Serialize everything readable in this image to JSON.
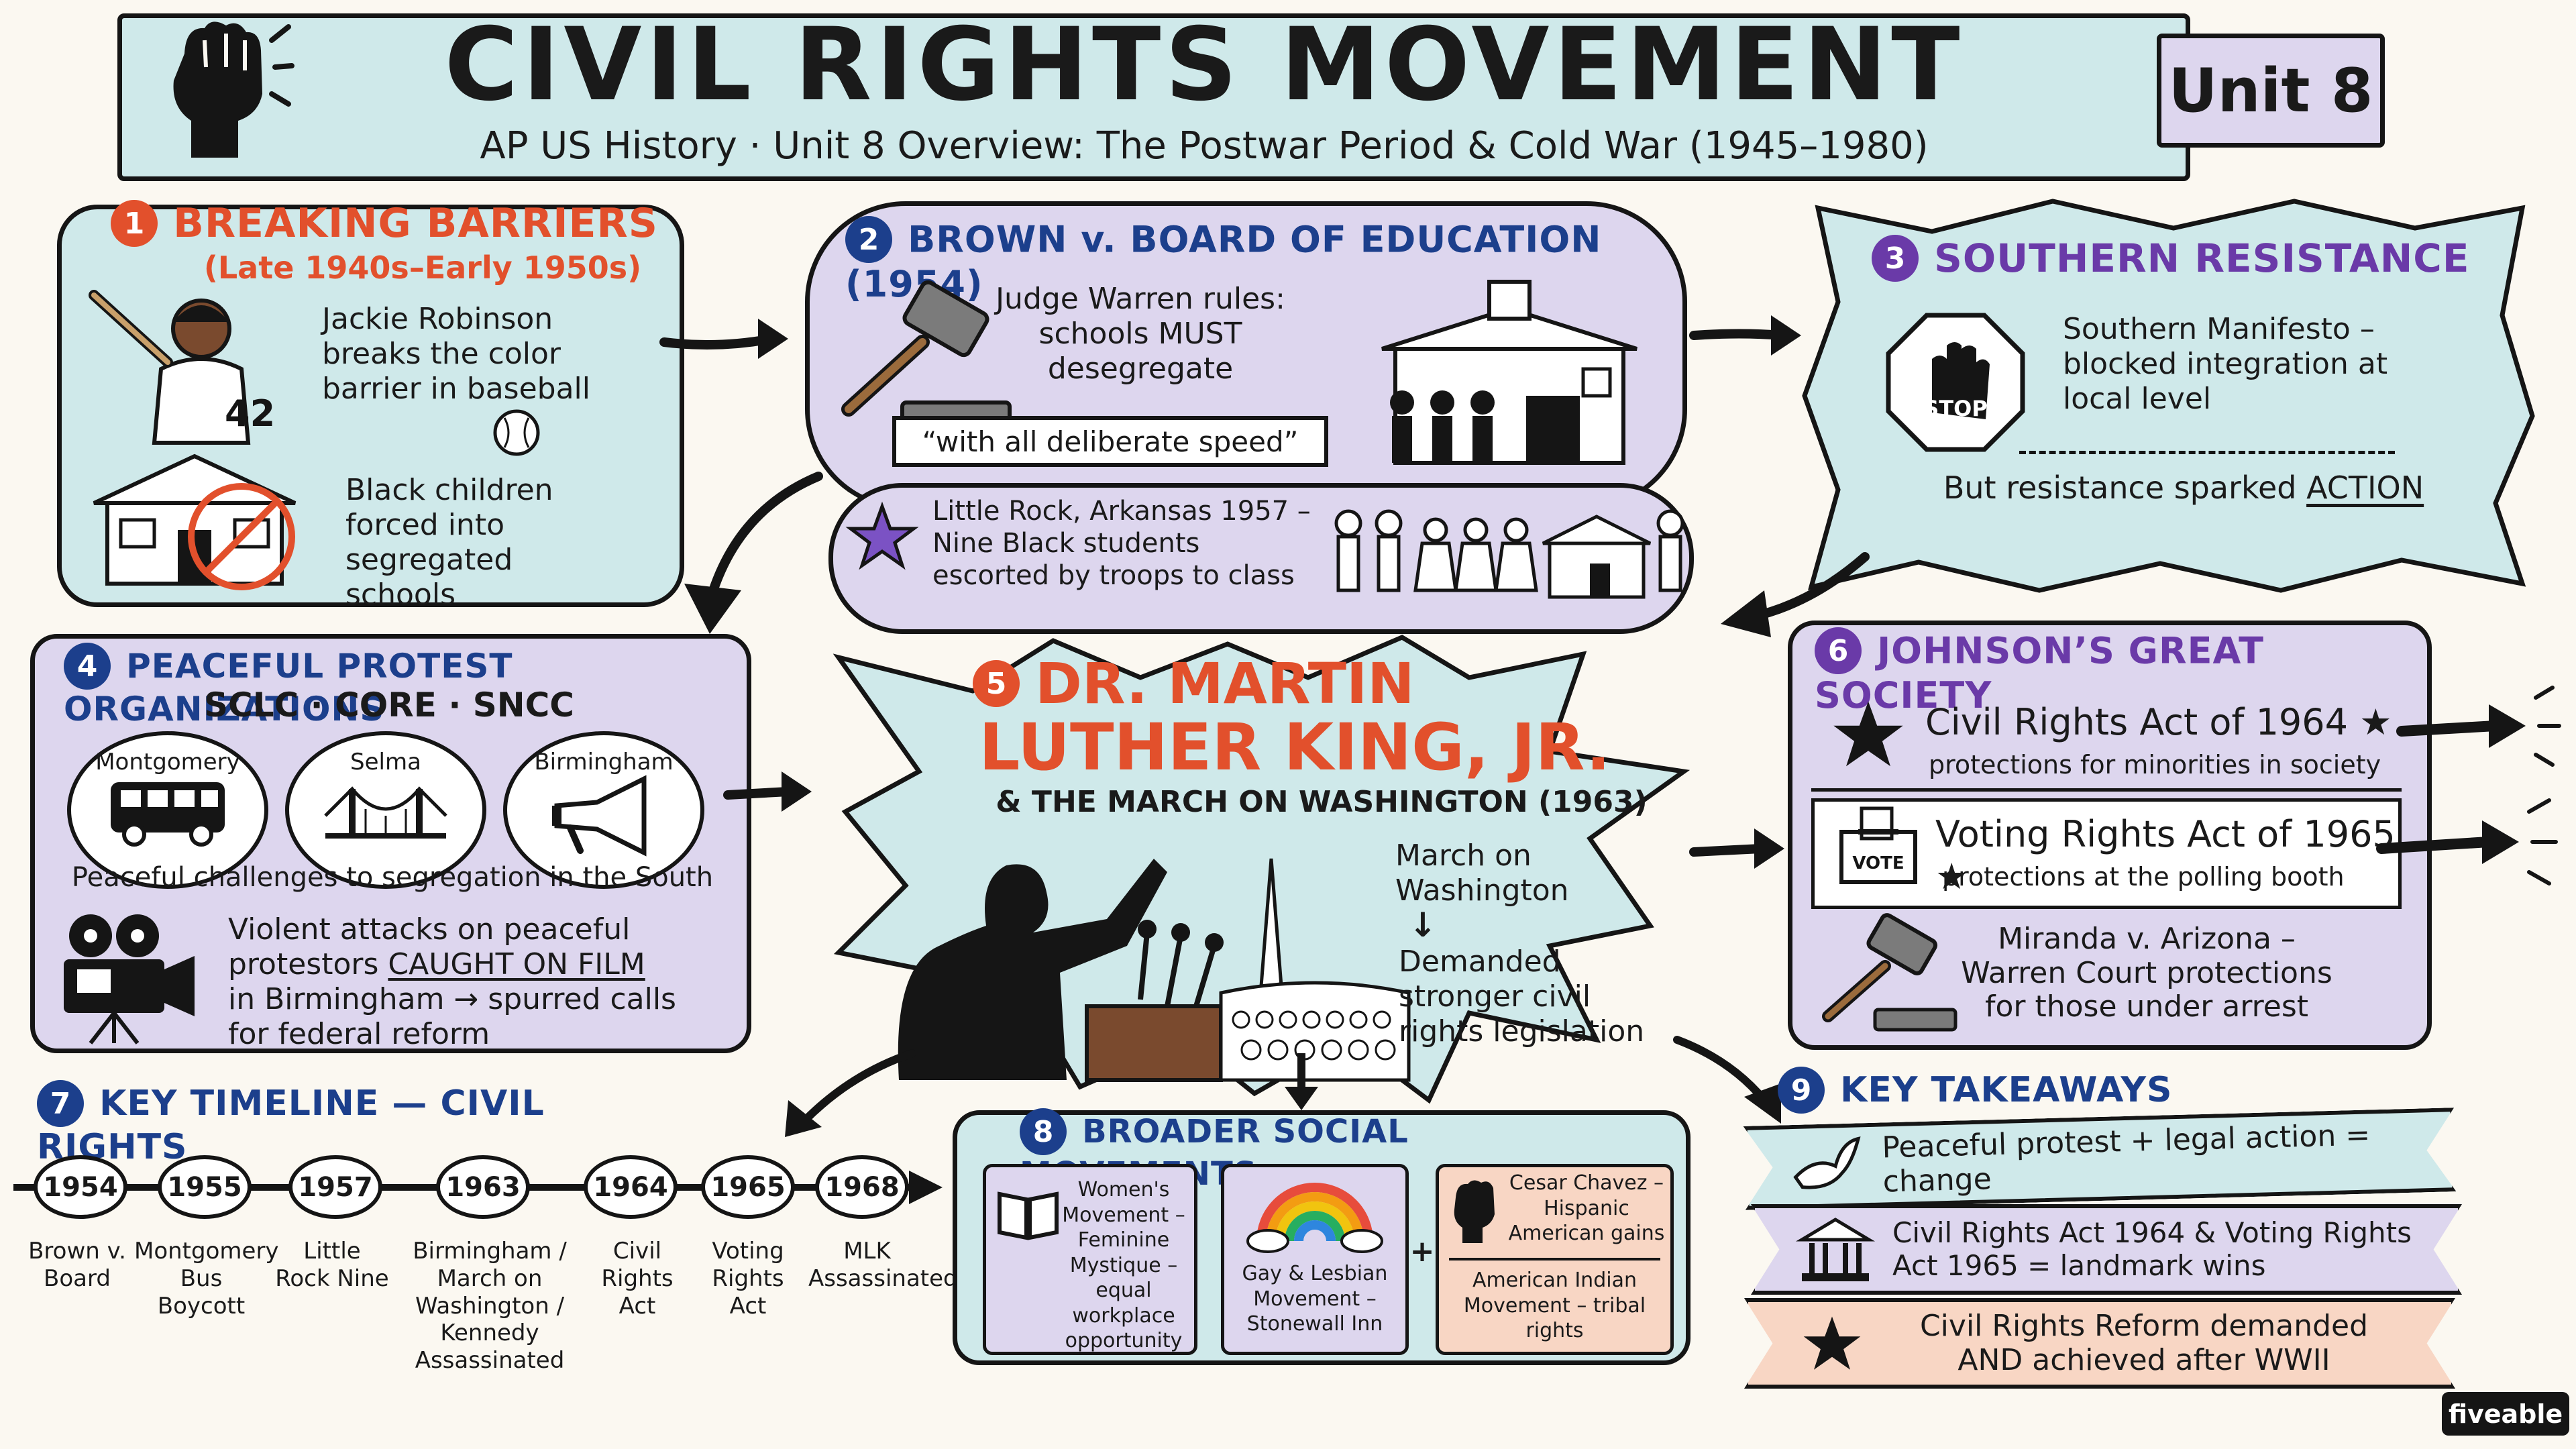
{
  "header": {
    "title": "CIVIL RIGHTS MOVEMENT",
    "subtitle": "AP US History · Unit 8 Overview: The Postwar Period & Cold War (1945–1980)",
    "unit_badge": "Unit 8"
  },
  "s1": {
    "number": "1",
    "title": "BREAKING BARRIERS",
    "subtitle": "(Late 1940s–Early 1950s)",
    "jersey": "42",
    "item1": "Jackie Robinson breaks the color barrier in baseball",
    "item2": "Black children forced into segregated schools"
  },
  "s2": {
    "number": "2",
    "title": "BROWN v. BOARD OF EDUCATION (1954)",
    "ruling": "Judge Warren rules: schools MUST desegregate",
    "quote": "“with all deliberate speed”",
    "little_rock": "Little Rock, Arkansas 1957 – Nine Black students escorted by troops to class"
  },
  "s3": {
    "number": "3",
    "title": "SOUTHERN RESISTANCE",
    "sign": "STOP",
    "manifesto": "Southern Manifesto – blocked integration at local level",
    "action_pre": "But resistance sparked ",
    "action_word": "ACTION"
  },
  "s4": {
    "number": "4",
    "title": "PEACEFUL PROTEST ORGANIZATIONS",
    "orgs": "SCLC · CORE · SNCC",
    "places": [
      "Montgomery",
      "Selma",
      "Birmingham"
    ],
    "challenge": "Peaceful challenges to segregation in the South",
    "attack_l1": "Violent attacks on peaceful",
    "attack_l2a": "protestors ",
    "attack_l2b": "CAUGHT ON FILM",
    "attack_l3": "in Birmingham → spurred calls",
    "attack_l4": "for federal reform"
  },
  "s5": {
    "number": "5",
    "title_l1": "DR. MARTIN",
    "title_l2": "LUTHER KING, JR.",
    "subtitle": "& THE MARCH ON WASHINGTON (1963)",
    "march": "March on Washington",
    "arrow": "↓",
    "demand": "Demanded stronger civil rights legislation"
  },
  "s6": {
    "number": "6",
    "title": "JOHNSON’S GREAT SOCIETY",
    "act1_title": "Civil Rights Act of 1964 ★",
    "act1_desc": "protections for minorities in society",
    "vote_label": "VOTE",
    "act2_title": "Voting Rights Act of 1965 ★",
    "act2_desc": "protections at the polling booth",
    "miranda": "Miranda v. Arizona – Warren Court protections for those under arrest"
  },
  "s7": {
    "number": "7",
    "title": "KEY TIMELINE — CIVIL RIGHTS",
    "events": [
      {
        "year": "1954",
        "label": "Brown v. Board"
      },
      {
        "year": "1955",
        "label": "Montgomery Bus Boycott"
      },
      {
        "year": "1957",
        "label": "Little Rock Nine"
      },
      {
        "year": "1963",
        "label": "Birmingham / March on Washington / Kennedy Assassinated"
      },
      {
        "year": "1964",
        "label": "Civil Rights Act"
      },
      {
        "year": "1965",
        "label": "Voting Rights Act"
      },
      {
        "year": "1968",
        "label": "MLK Assassinated"
      }
    ]
  },
  "s8": {
    "number": "8",
    "title": "BROADER SOCIAL MOVEMENTS",
    "women": "Women's Movement – Feminine Mystique – equal workplace opportunity",
    "gay": "Gay & Lesbian Movement – Stonewall Inn",
    "plus": "+",
    "chavez": "Cesar Chavez – Hispanic American gains",
    "aim": "American Indian Movement – tribal rights"
  },
  "s9": {
    "number": "9",
    "title": "KEY TAKEAWAYS",
    "t1": "Peaceful protest + legal action = change",
    "t2": "Civil Rights Act 1964 & Voting Rights Act 1965 = landmark wins",
    "t3": "Civil Rights Reform demanded AND achieved after WWII"
  },
  "brand": "fiveable",
  "colors": {
    "red_accent": "#e2502c",
    "navy": "#1c3f8c",
    "purple": "#6a3aa8",
    "teal_panel": "#cfe9ea",
    "lavender_panel": "#ddd6ee",
    "peach_panel": "#f8d6c4"
  }
}
